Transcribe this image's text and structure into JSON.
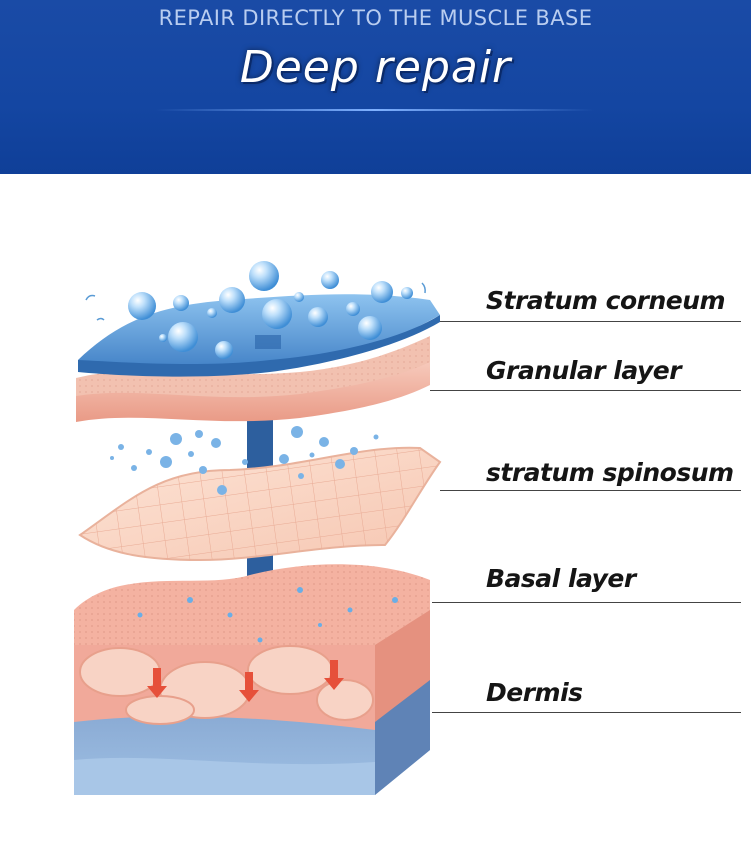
{
  "header": {
    "subtitle": "REPAIR DIRECTLY TO THE MUSCLE BASE",
    "title": "Deep repair"
  },
  "layers": [
    {
      "label": "Stratum corneum"
    },
    {
      "label": "Granular layer"
    },
    {
      "label": "stratum spinosum"
    },
    {
      "label": "Basal layer"
    },
    {
      "label": "Dermis"
    }
  ],
  "colors": {
    "banner": "#1446a2",
    "corneum_blue": "#5a9bd5",
    "skin_pink": "#f2b1a3",
    "dermis_blue": "#7d9fc9",
    "arrow_blue": "#2d5f9e"
  }
}
